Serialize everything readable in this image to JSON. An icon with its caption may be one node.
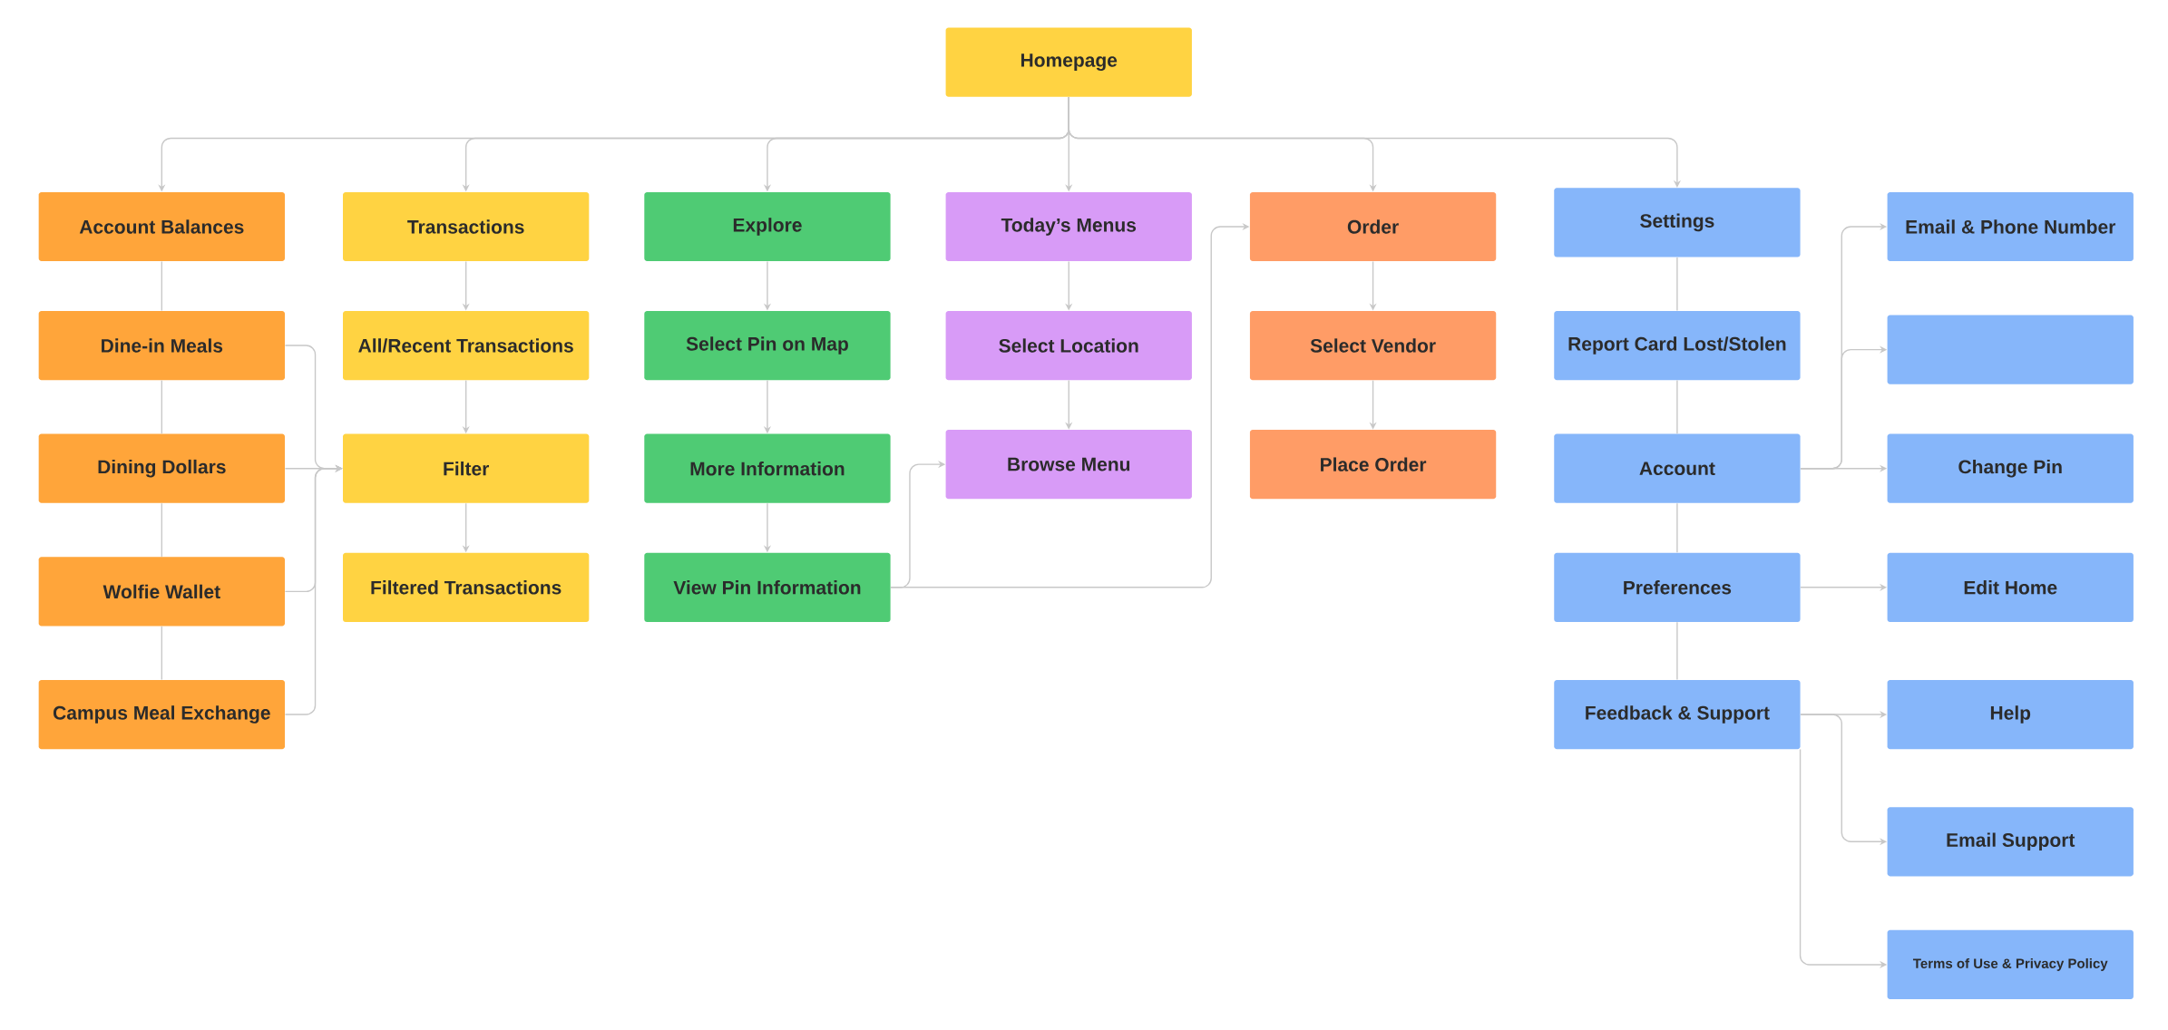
{
  "diagram": {
    "nodes": [
      {
        "text": [
          "Homepage"
        ]
      },
      {
        "text": [
          "Account Balances"
        ]
      },
      {
        "text": [
          "Dine-in Meals"
        ]
      },
      {
        "text": [
          "Dining Dollars"
        ]
      },
      {
        "text": [
          "Wolfie Wallet"
        ]
      },
      {
        "text": [
          "Campus Meal Exchange"
        ]
      },
      {
        "text": [
          "Transactions"
        ]
      },
      {
        "text": [
          "All/Recent Transactions"
        ]
      },
      {
        "text": [
          "Filter"
        ]
      },
      {
        "text": [
          "Filtered Transactions"
        ]
      },
      {
        "text": [
          "Explore"
        ]
      },
      {
        "text": [
          "Select Pin on Map"
        ]
      },
      {
        "text": [
          "More Information"
        ]
      },
      {
        "text": [
          "View Pin Information"
        ]
      },
      {
        "text": [
          "Today’s Menus"
        ]
      },
      {
        "text": [
          "Select Location"
        ]
      },
      {
        "text": [
          "Browse Menu"
        ]
      },
      {
        "text": [
          "Order"
        ]
      },
      {
        "text": [
          "Select Vendor"
        ]
      },
      {
        "text": [
          "Place Order"
        ]
      },
      {
        "text": [
          "Settings"
        ]
      },
      {
        "text": [
          "Report Card Lost/Stolen"
        ]
      },
      {
        "text": [
          "Account"
        ]
      },
      {
        "text": [
          "Preferences"
        ]
      },
      {
        "text": [
          "Feedback & Support"
        ]
      },
      {
        "text": [
          "Email & Phone Number"
        ]
      },
      {
        "text": [],
        "shape": "box"
      },
      {
        "text": [
          "Change Pin"
        ]
      },
      {
        "text": [
          "Edit Home"
        ]
      },
      {
        "text": [
          "Help"
        ]
      },
      {
        "text": [
          "Email Support"
        ]
      },
      {
        "text": [
          "Terms of Use & Privacy Policy"
        ]
      }
    ],
    "edges": [
      {
        "from": 0,
        "to": 1,
        "arrow": "to"
      },
      {
        "from": 0,
        "to": 6,
        "arrow": "to"
      },
      {
        "from": 0,
        "to": 10,
        "arrow": "to"
      },
      {
        "from": 0,
        "to": 14,
        "arrow": "to"
      },
      {
        "from": 0,
        "to": 17,
        "arrow": "to"
      },
      {
        "from": 0,
        "to": 20,
        "arrow": "to"
      },
      {
        "from": 1,
        "to": 2,
        "arrow": "none"
      },
      {
        "from": 2,
        "to": 3,
        "arrow": "none"
      },
      {
        "from": 3,
        "to": 4,
        "arrow": "none"
      },
      {
        "from": 4,
        "to": 5,
        "arrow": "none"
      },
      {
        "from": 2,
        "to": 8,
        "arrow": "to"
      },
      {
        "from": 3,
        "to": 8,
        "arrow": "to"
      },
      {
        "from": 4,
        "to": 8,
        "arrow": "to"
      },
      {
        "from": 5,
        "to": 8,
        "arrow": "to"
      },
      {
        "from": 6,
        "to": 7,
        "arrow": "to"
      },
      {
        "from": 7,
        "to": 8,
        "arrow": "to"
      },
      {
        "from": 8,
        "to": 9,
        "arrow": "to"
      },
      {
        "from": 10,
        "to": 11,
        "arrow": "to"
      },
      {
        "from": 11,
        "to": 12,
        "arrow": "to"
      },
      {
        "from": 12,
        "to": 13,
        "arrow": "to"
      },
      {
        "from": 13,
        "to": 16,
        "arrow": "to"
      },
      {
        "from": 13,
        "to": 17,
        "arrow": "to"
      },
      {
        "from": 14,
        "to": 15,
        "arrow": "to"
      },
      {
        "from": 15,
        "to": 16,
        "arrow": "to"
      },
      {
        "from": 17,
        "to": 18,
        "arrow": "to"
      },
      {
        "from": 18,
        "to": 19,
        "arrow": "to"
      },
      {
        "from": 20,
        "to": 21,
        "arrow": "none"
      },
      {
        "from": 21,
        "to": 22,
        "arrow": "none"
      },
      {
        "from": 22,
        "to": 23,
        "arrow": "none"
      },
      {
        "from": 23,
        "to": 24,
        "arrow": "none"
      },
      {
        "from": 22,
        "to": 25,
        "arrow": "to"
      },
      {
        "from": 22,
        "to": 26,
        "arrow": "to"
      },
      {
        "from": 22,
        "to": 27,
        "arrow": "to"
      },
      {
        "from": 23,
        "to": 28,
        "arrow": "to"
      },
      {
        "from": 24,
        "to": 29,
        "arrow": "to"
      },
      {
        "from": 24,
        "to": 30,
        "arrow": "to"
      },
      {
        "from": 24,
        "to": 31,
        "arrow": "to"
      }
    ]
  }
}
